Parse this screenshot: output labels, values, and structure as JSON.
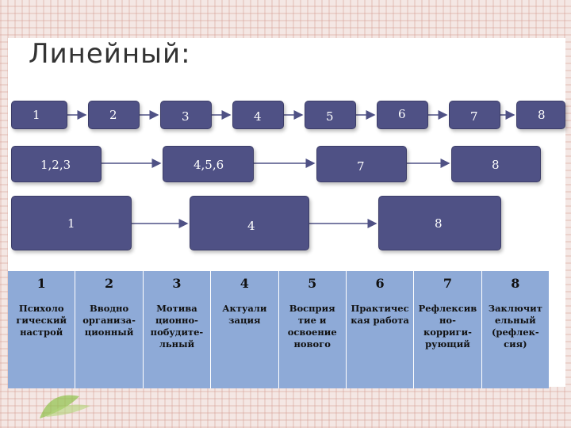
{
  "title": "Линейный:",
  "rows": {
    "top": [
      "1",
      "2",
      "3",
      "4",
      "5",
      "6",
      "7",
      "8"
    ],
    "middle": [
      "1,2,3",
      "4,5,6",
      "7",
      "8"
    ],
    "bottom": [
      "1",
      "4",
      "8"
    ]
  },
  "table": {
    "columns": [
      {
        "number": "1",
        "label": "Психоло\nгический\nнастрой"
      },
      {
        "number": "2",
        "label": "Вводно\nорганиза-\nционный"
      },
      {
        "number": "3",
        "label": "Мотива\nционно-\nпобудите-\nльный"
      },
      {
        "number": "4",
        "label": "Актуали\nзация"
      },
      {
        "number": "5",
        "label": "Восприя\nтие и\nосвоение\nнового"
      },
      {
        "number": "6",
        "label": "Практичес\nкая работа"
      },
      {
        "number": "7",
        "label": "Рефлексив\nно-\nкорриги-\nрующий"
      },
      {
        "number": "8",
        "label": "Заключит\nельный\n(рефлек-\nсия)"
      }
    ]
  },
  "colors": {
    "box_fill": "#4f5185",
    "table_fill": "#8eaad7",
    "background": "#f4e7e4"
  }
}
